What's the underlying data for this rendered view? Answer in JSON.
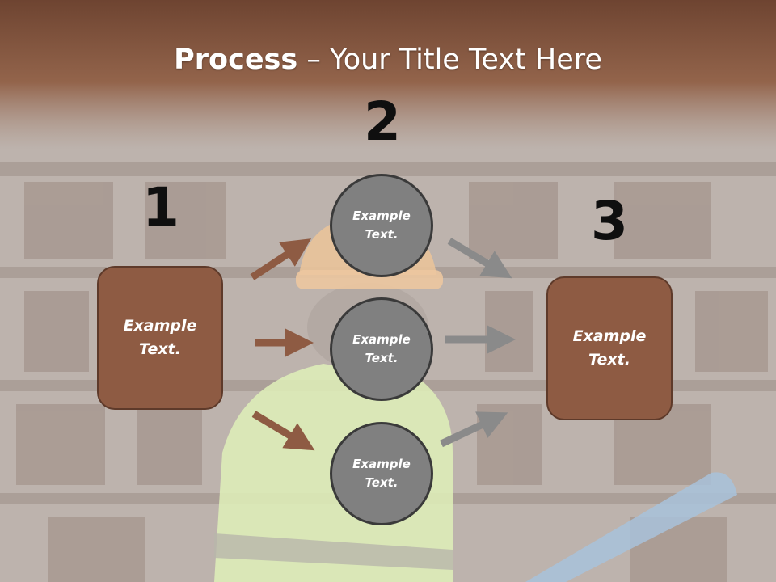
{
  "slide": {
    "title_bold": "Process",
    "title_separator": " – ",
    "title_rest": "Your Title Text Here"
  },
  "steps": {
    "step1_number": "1",
    "step2_number": "2",
    "step3_number": "3"
  },
  "boxes": {
    "left_text": "Example Text.",
    "right_text": "Example Text."
  },
  "circles": [
    {
      "text": "Example Text."
    },
    {
      "text": "Example Text."
    },
    {
      "text": "Example Text."
    }
  ],
  "colors": {
    "box_fill": "#8e5b43",
    "box_border": "#5e3a2a",
    "circle_fill": "#808080",
    "arrow_brown": "#8e5b43",
    "arrow_gray": "#8a8a8a",
    "banner": "#7d4e38"
  }
}
